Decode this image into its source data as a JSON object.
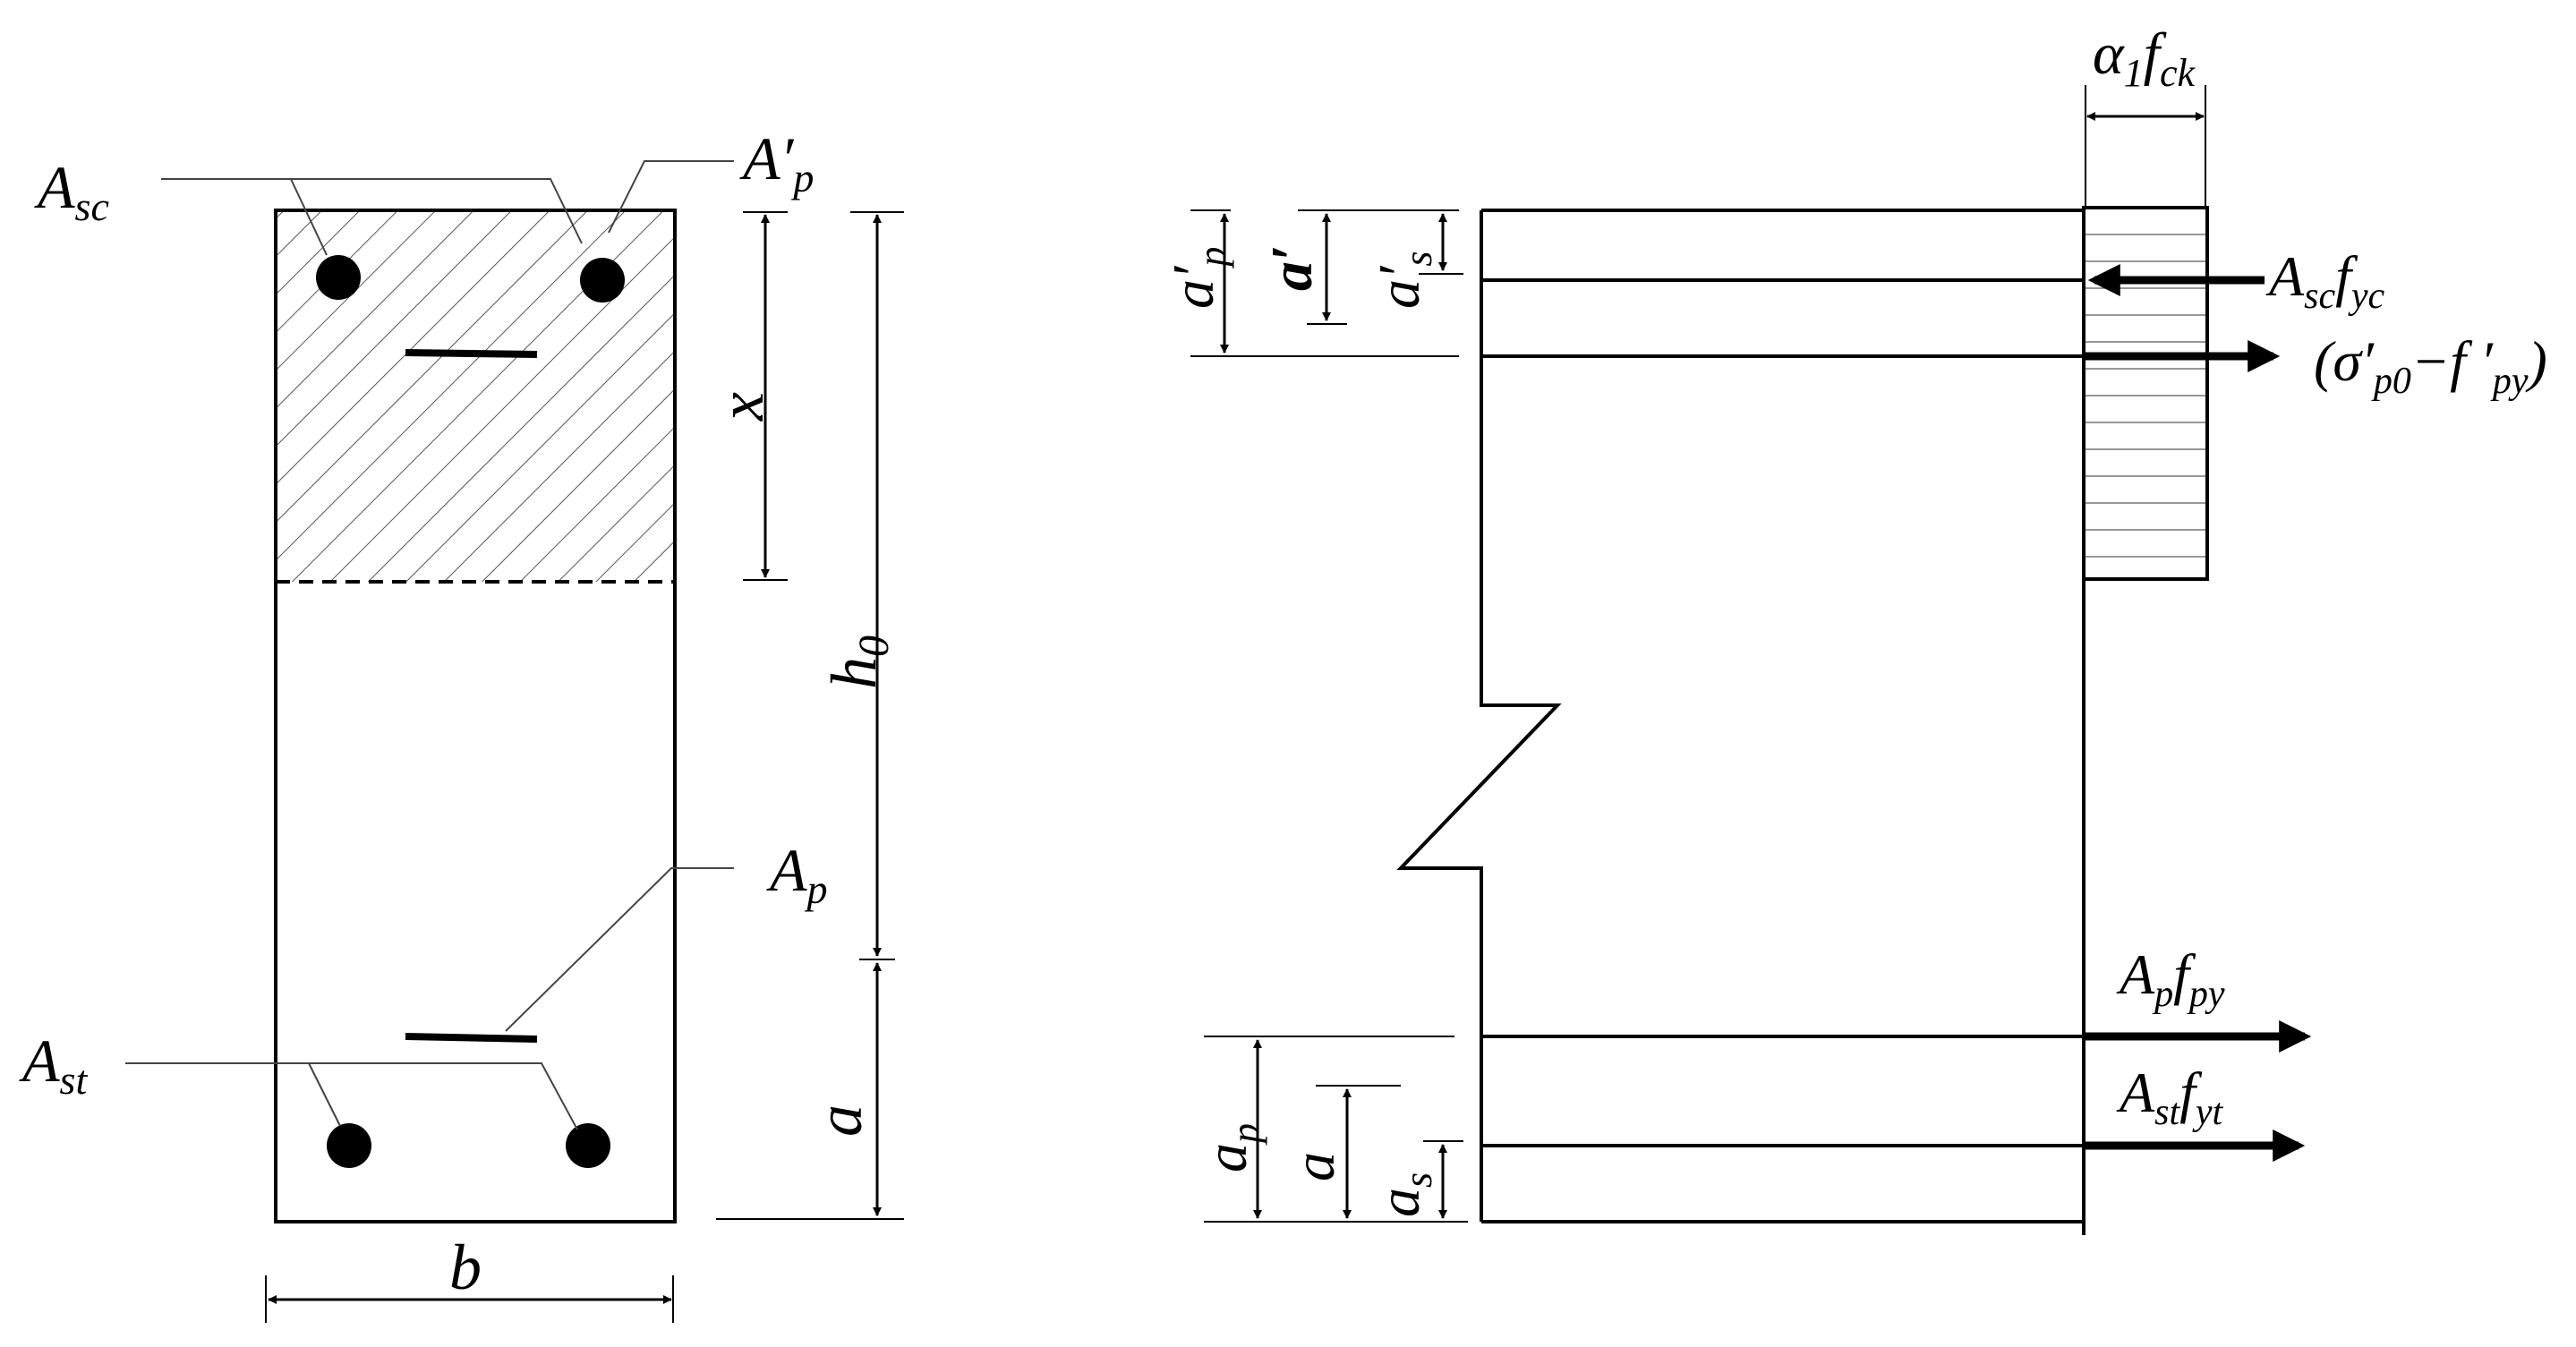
{
  "section": {
    "labels": {
      "asc": "A",
      "asc_sub": "sc",
      "ap_prime": "A′",
      "ap_prime_sub": "p",
      "x": "x",
      "h0": "h",
      "h0_sub": "0",
      "ap": "A",
      "ap_sub": "p",
      "ast": "A",
      "ast_sub": "st",
      "a": "a",
      "b": "b"
    }
  },
  "stress": {
    "labels": {
      "alpha_fck": "α",
      "alpha_sub": "1",
      "alpha_f": "f",
      "alpha_f_sub": "ck",
      "a_prime_p": "a′",
      "a_prime_p_sub": "p",
      "a_prime": "a′",
      "a_prime_s": "a′",
      "a_prime_s_sub": "s",
      "asc_fyc": "A",
      "asc_fyc_sub1": "sc",
      "asc_fyc_f": "f",
      "asc_fyc_sub2": "yc",
      "sigma": "(σ′",
      "sigma_sub": "p0",
      "sigma_mid": "−f ′",
      "sigma_sub2": "py",
      "sigma_end": ")",
      "ap_fpy": "A",
      "ap_fpy_sub1": "p",
      "ap_fpy_f": "f",
      "ap_fpy_sub2": "py",
      "ast_fyt": "A",
      "ast_fyt_sub1": "st",
      "ast_fyt_f": "f",
      "ast_fyt_sub2": "yt",
      "a_p": "a",
      "a_p_sub": "p",
      "a": "a",
      "a_s": "a",
      "a_s_sub": "s"
    }
  },
  "colors": {
    "line": "#000000",
    "hatch": "#555555",
    "leader": "#444444"
  }
}
